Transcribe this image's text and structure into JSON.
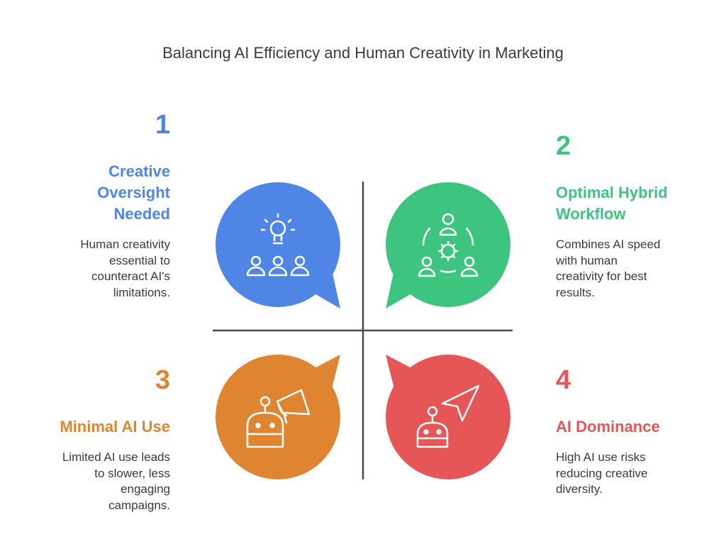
{
  "title": "Balancing AI Efficiency and Human Creativity in Marketing",
  "quadrants": [
    {
      "number": "1",
      "heading_lines": [
        "Creative",
        "Oversight",
        "Needed"
      ],
      "description_lines": [
        "Human creativity",
        "essential to",
        "counteract AI's",
        "limitations."
      ],
      "color": "#4f86e5",
      "icon": "lightbulb-team-icon"
    },
    {
      "number": "2",
      "heading_lines": [
        "Optimal Hybrid",
        "Workflow"
      ],
      "description_lines": [
        "Combines AI speed",
        "with human",
        "creativity for best",
        "results."
      ],
      "color": "#3dc47e",
      "icon": "team-gear-icon"
    },
    {
      "number": "3",
      "heading_lines": [
        "Minimal AI Use"
      ],
      "description_lines": [
        "Limited AI use leads",
        "to slower, less",
        "engaging",
        "campaigns."
      ],
      "color": "#df8532",
      "icon": "robot-megaphone-icon"
    },
    {
      "number": "4",
      "heading_lines": [
        "AI Dominance"
      ],
      "description_lines": [
        "High AI use risks",
        "reducing creative",
        "diversity."
      ],
      "color": "#e65656",
      "icon": "robot-navigation-icon"
    }
  ]
}
